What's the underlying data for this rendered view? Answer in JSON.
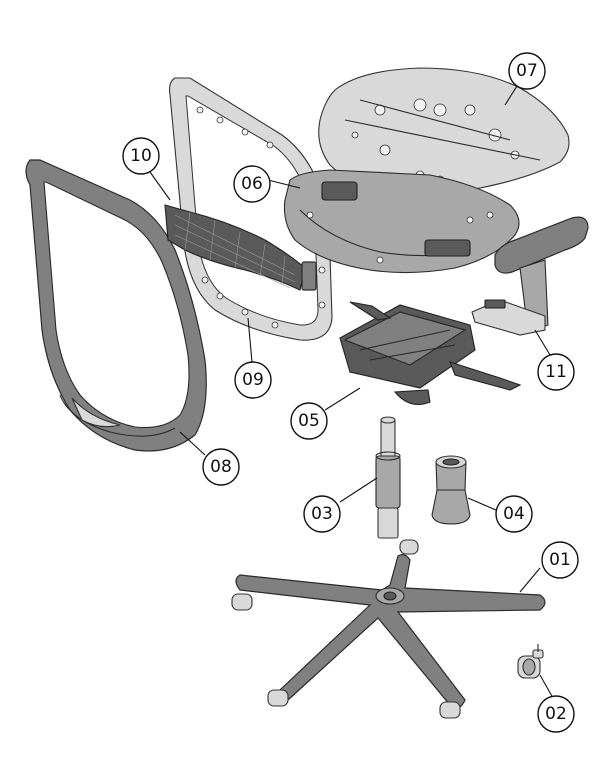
{
  "colors": {
    "part_gray": "#808080",
    "light_gray": "#d9d9d9",
    "mid_gray": "#a8a8a8",
    "dark_gray": "#5a5a5a",
    "outline": "#2b2b2b",
    "callout_bg": "#ffffff"
  },
  "parts": [
    {
      "id": "p01",
      "label": "01",
      "component": "five-star-base"
    },
    {
      "id": "p02",
      "label": "02",
      "component": "caster-wheel"
    },
    {
      "id": "p03",
      "label": "03",
      "component": "gas-cylinder"
    },
    {
      "id": "p04",
      "label": "04",
      "component": "cylinder-cover"
    },
    {
      "id": "p05",
      "label": "05",
      "component": "tilt-mechanism"
    },
    {
      "id": "p06",
      "label": "06",
      "component": "seat-pan"
    },
    {
      "id": "p07",
      "label": "07",
      "component": "seat-plate"
    },
    {
      "id": "p08",
      "label": "08",
      "component": "backrest-outer-frame"
    },
    {
      "id": "p09",
      "label": "09",
      "component": "backrest-inner-frame"
    },
    {
      "id": "p10",
      "label": "10",
      "component": "lumbar-support"
    },
    {
      "id": "p11",
      "label": "11",
      "component": "armrest"
    }
  ]
}
